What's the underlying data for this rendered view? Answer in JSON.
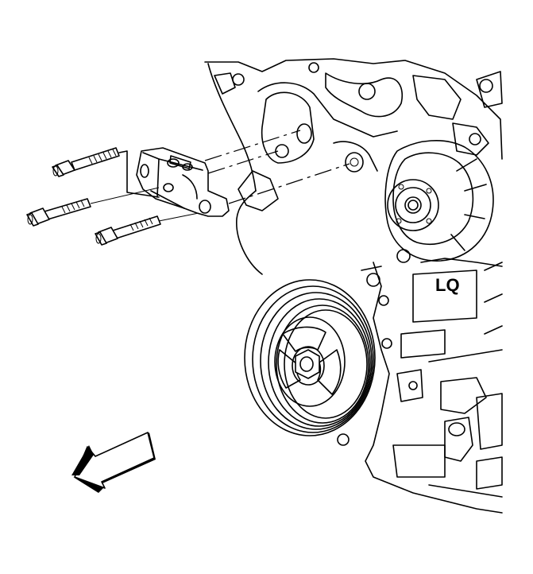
{
  "diagram": {
    "engine_label": "LQ",
    "colors": {
      "ink": "#000000",
      "paper": "#ffffff",
      "arrow_shade": "#000000"
    },
    "parts": [
      "mount-bracket",
      "bolt-upper",
      "bolt-middle",
      "bolt-lower",
      "crankshaft-pulley",
      "water-pump-pulley",
      "engine-front-cover",
      "direction-arrow"
    ]
  }
}
